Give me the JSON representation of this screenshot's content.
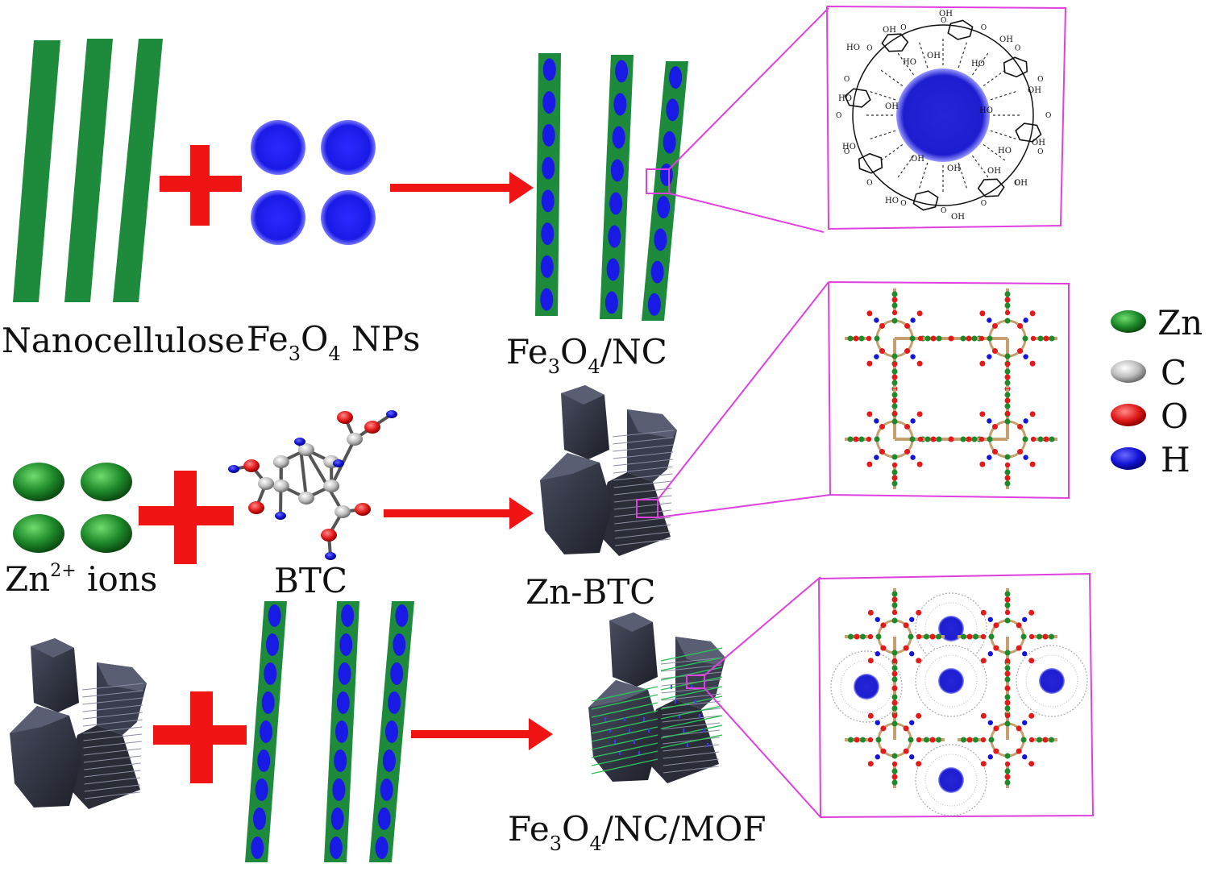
{
  "labels": {
    "nanocellulose": "Nanocellulose",
    "fe3o4_nps": {
      "main": "Fe",
      "sub1": "3",
      "mid": "O",
      "sub2": "4",
      "tail": " NPs"
    },
    "fe3o4_nc": {
      "main": "Fe",
      "sub1": "3",
      "mid": "O",
      "sub2": "4",
      "tail": "/NC"
    },
    "zn_ions": {
      "main": "Zn",
      "sup": "2+",
      "tail": " ions"
    },
    "btc": "BTC",
    "zn_btc": "Zn-BTC",
    "fe3o4_nc_mof": {
      "main": "Fe",
      "sub1": "3",
      "mid": "O",
      "sub2": "4",
      "tail": "/NC/MOF"
    }
  },
  "legend": [
    {
      "symbol": "Zn",
      "color": "#1e8a2a"
    },
    {
      "symbol": "C",
      "color": "#b4b4b4"
    },
    {
      "symbol": "O",
      "color": "#e21a1a"
    },
    {
      "symbol": "H",
      "color": "#1414d6"
    }
  ],
  "molecule_text": {
    "oh": "OH",
    "ho": "HO"
  },
  "colors": {
    "fiber_green": "#1e8a3c",
    "np_blue": "#1a1ae6",
    "arrow_red": "#f01414",
    "zoom_magenta": "#e040e0",
    "crystal_dark": "#2e3140"
  }
}
